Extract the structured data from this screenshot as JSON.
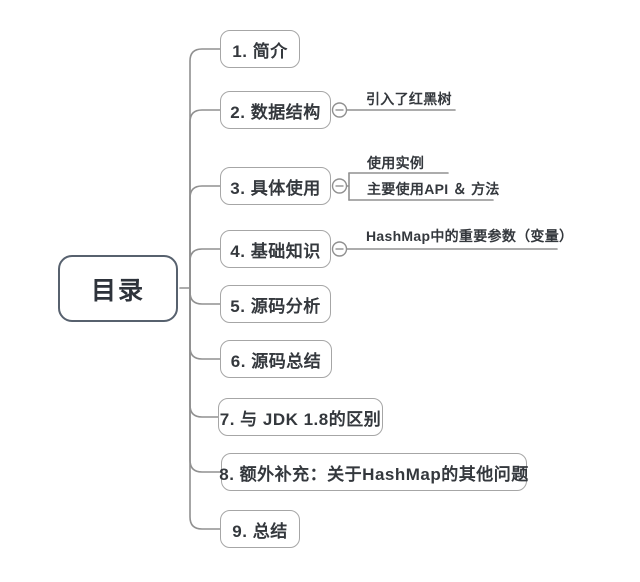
{
  "root": {
    "label": "目录"
  },
  "nodes": [
    {
      "label": "1. 简介",
      "children": []
    },
    {
      "label": "2. 数据结构",
      "collapsible": true,
      "children": [
        {
          "label": "引入了红黑树"
        }
      ]
    },
    {
      "label": "3. 具体使用",
      "collapsible": true,
      "children": [
        {
          "label": "使用实例"
        },
        {
          "label": "主要使用API ＆ 方法"
        }
      ]
    },
    {
      "label": "4. 基础知识",
      "collapsible": true,
      "children": [
        {
          "label": "HashMap中的重要参数（变量）"
        }
      ]
    },
    {
      "label": "5. 源码分析",
      "children": []
    },
    {
      "label": "6. 源码总结",
      "children": []
    },
    {
      "label": "7. 与 JDK 1.8的区别",
      "children": []
    },
    {
      "label": "8. 额外补充：关于HashMap的其他问题",
      "children": []
    },
    {
      "label": "9. 总结",
      "children": []
    }
  ],
  "colors": {
    "background": "#ffffff",
    "node_border": "#a6a6a6",
    "root_border": "#57616e",
    "text": "#34383d",
    "line": "#909090"
  }
}
